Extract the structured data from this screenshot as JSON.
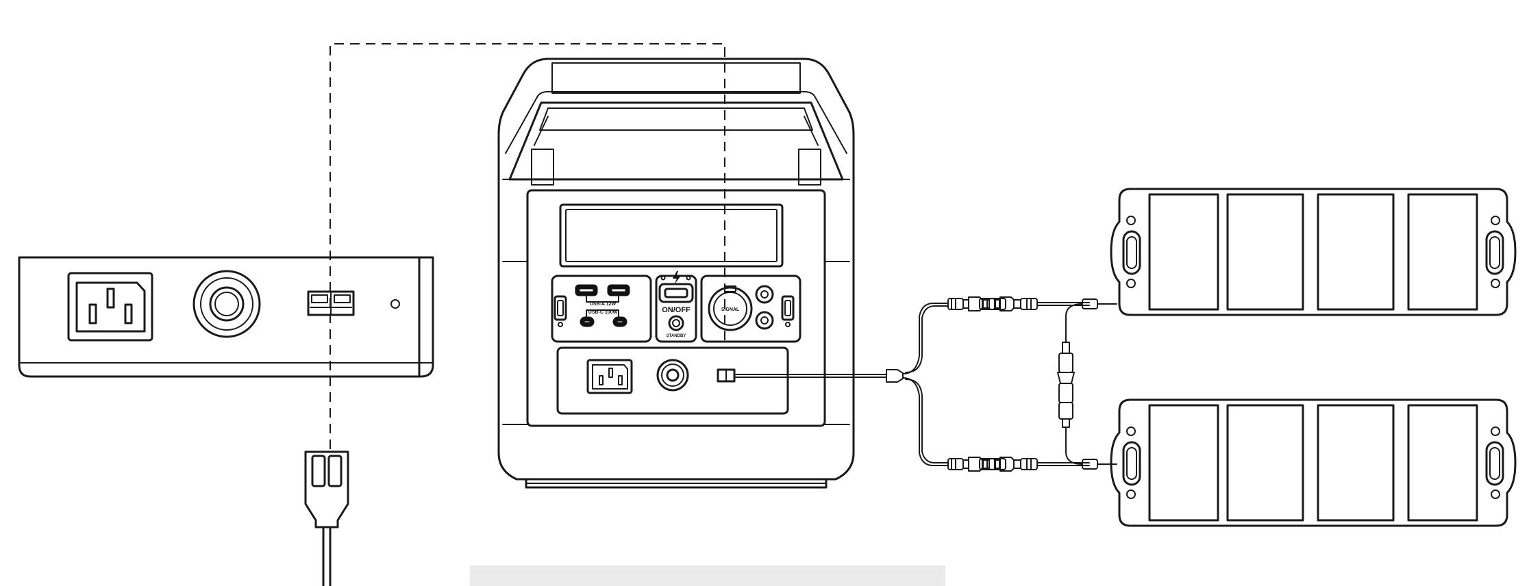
{
  "diagram": {
    "power_station": {
      "usb_a_label": "USB-A 12W",
      "usb_c_label": "USB-C 100W",
      "on_off_label": "ON/OFF",
      "standby_label": "STANDBY",
      "signal_label": "SIGNAL"
    },
    "colors": {
      "line": "#1a1a1a",
      "background": "#ffffff",
      "footer_bar": "#eaeaea"
    },
    "icon_names": [
      "ac-inlet-icon",
      "dc-barrel-port-icon",
      "anderson-port-icon",
      "led-indicator-icon",
      "usb-a-port-icon",
      "usb-c-port-icon",
      "power-button-icon",
      "lightning-icon",
      "cigarette-socket-icon",
      "dc5521-port-icon",
      "mc4-connector-icon",
      "solar-panel-icon",
      "charging-plug-icon"
    ]
  }
}
